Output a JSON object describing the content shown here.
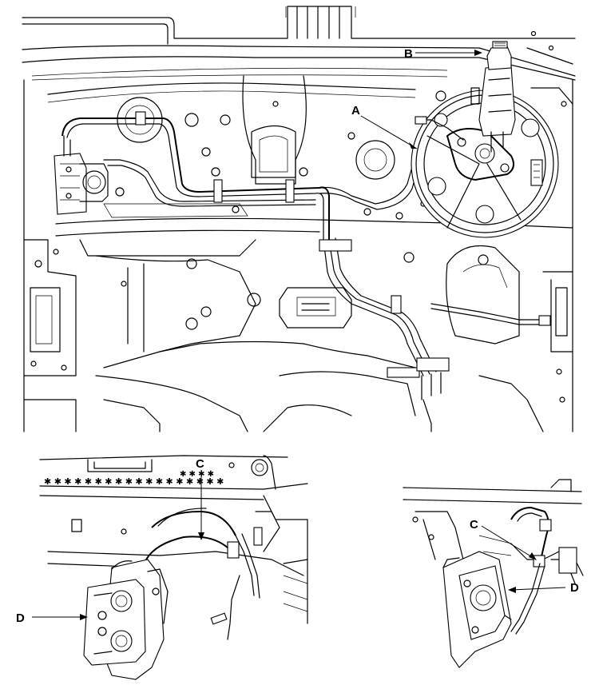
{
  "diagram": {
    "callouts": {
      "A": "A",
      "B": "B",
      "C_left": "C",
      "D_left": "D",
      "C_right": "C",
      "D_right": "D"
    }
  }
}
